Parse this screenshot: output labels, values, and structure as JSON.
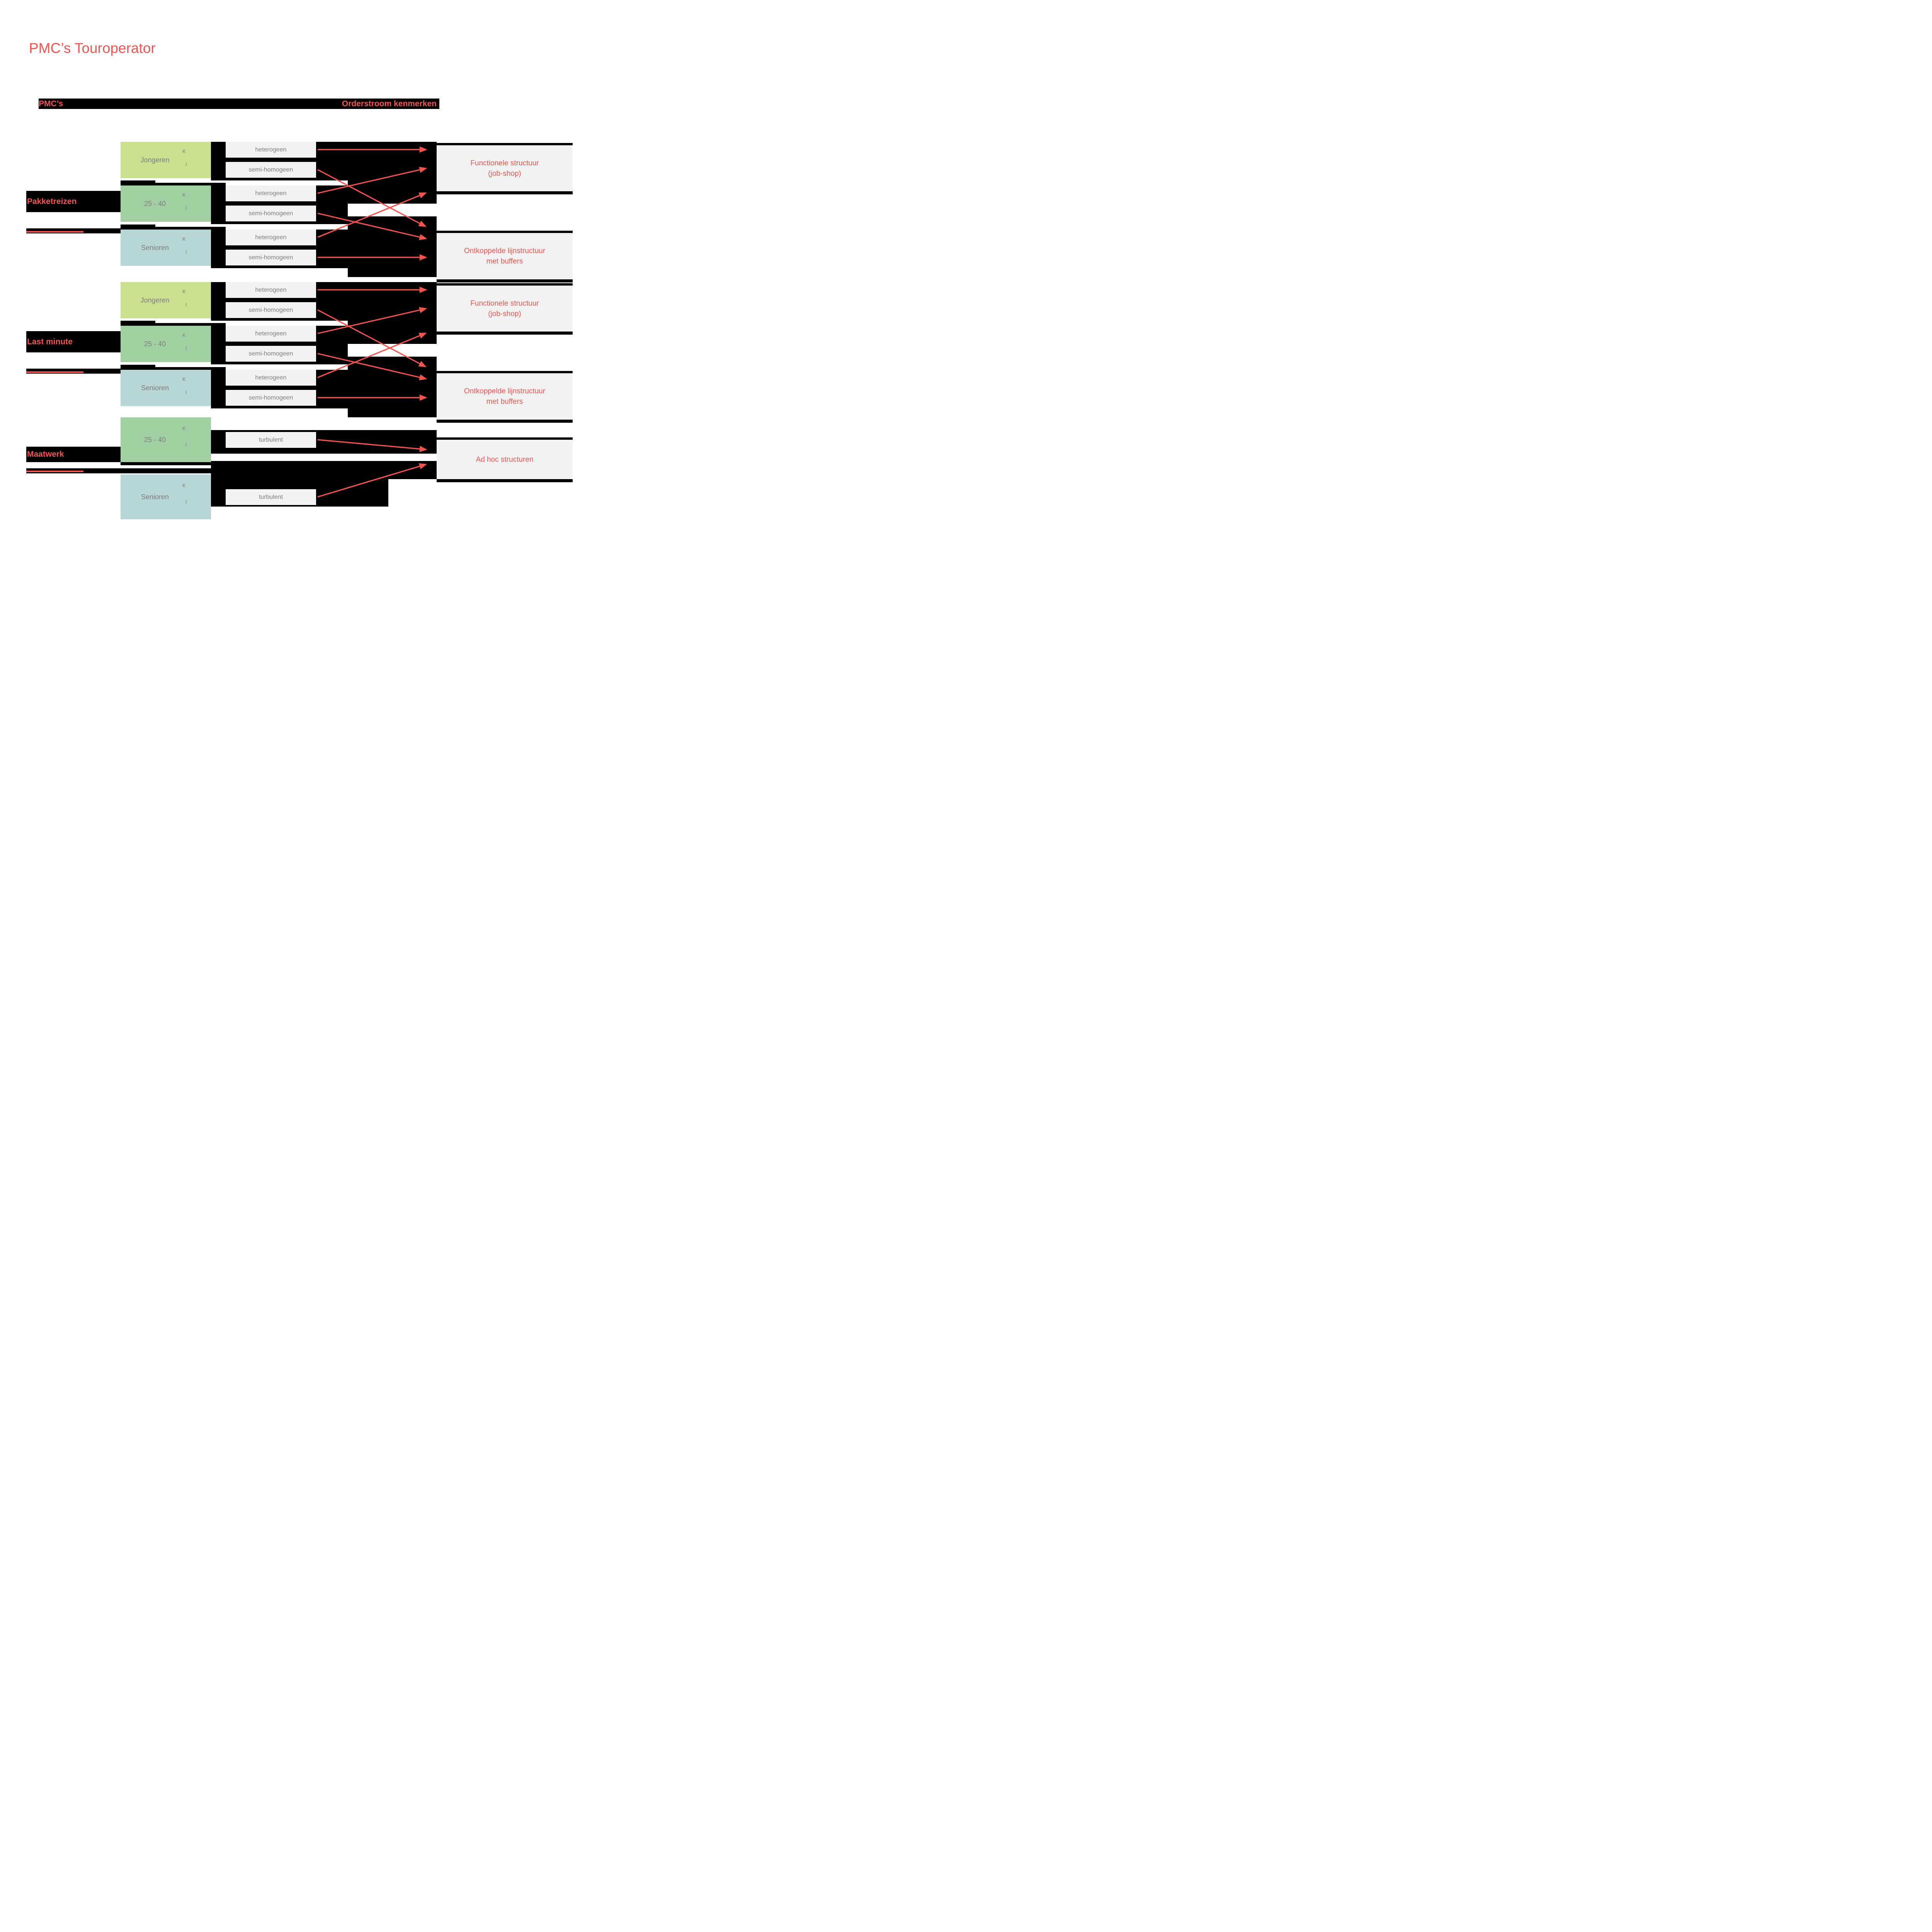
{
  "title": "PMC’s Touroperator",
  "headers": {
    "left": "PMC’s",
    "right": "Orderstroom kenmerken"
  },
  "ki_labels": [
    "K",
    "I"
  ],
  "colors": {
    "accent": "#F4534E",
    "black": "#000000",
    "gray_box": "#F2F2F2",
    "gray_text": "#7E7E7E",
    "jongeren": "#CBE08F",
    "groen": "#A3D0A2",
    "blauw": "#B6D7D6"
  },
  "groups": [
    {
      "id": "pakketreizen",
      "label": "Pakketreizen",
      "segments": [
        {
          "name": "Jongeren",
          "color": "jongeren",
          "rows": [
            "heterogeen",
            "semi-homogeen"
          ]
        },
        {
          "name": "25 - 40",
          "color": "groen",
          "rows": [
            "heterogeen",
            "semi-homogeen"
          ]
        },
        {
          "name": "Senioren",
          "color": "blauw",
          "rows": [
            "heterogeen",
            "semi-homogeen"
          ]
        }
      ],
      "outcomes": [
        {
          "id": "functionele",
          "lines": [
            "Functionele structuur",
            "(job-shop)"
          ]
        },
        {
          "id": "ontkoppelde",
          "lines": [
            "Ontkoppelde lijnstructuur",
            "met buffers"
          ]
        }
      ],
      "connections": [
        {
          "seg": 0,
          "row": 0,
          "target": "functionele",
          "slot": 0
        },
        {
          "seg": 0,
          "row": 1,
          "target": "ontkoppelde",
          "slot": 0
        },
        {
          "seg": 1,
          "row": 0,
          "target": "functionele",
          "slot": 1
        },
        {
          "seg": 1,
          "row": 1,
          "target": "ontkoppelde",
          "slot": 1
        },
        {
          "seg": 2,
          "row": 0,
          "target": "functionele",
          "slot": 2
        },
        {
          "seg": 2,
          "row": 1,
          "target": "ontkoppelde",
          "slot": 2
        }
      ]
    },
    {
      "id": "lastminute",
      "label": "Last minute",
      "segments": [
        {
          "name": "Jongeren",
          "color": "jongeren",
          "rows": [
            "heterogeen",
            "semi-homogeen"
          ]
        },
        {
          "name": "25 - 40",
          "color": "groen",
          "rows": [
            "heterogeen",
            "semi-homogeen"
          ]
        },
        {
          "name": "Senioren",
          "color": "blauw",
          "rows": [
            "heterogeen",
            "semi-homogeen"
          ]
        }
      ],
      "outcomes": [
        {
          "id": "functionele",
          "lines": [
            "Functionele structuur",
            "(job-shop)"
          ]
        },
        {
          "id": "ontkoppelde",
          "lines": [
            "Ontkoppelde lijnstructuur",
            "met buffers"
          ]
        }
      ],
      "connections": [
        {
          "seg": 0,
          "row": 0,
          "target": "functionele",
          "slot": 0
        },
        {
          "seg": 0,
          "row": 1,
          "target": "ontkoppelde",
          "slot": 0
        },
        {
          "seg": 1,
          "row": 0,
          "target": "functionele",
          "slot": 1
        },
        {
          "seg": 1,
          "row": 1,
          "target": "ontkoppelde",
          "slot": 1
        },
        {
          "seg": 2,
          "row": 0,
          "target": "functionele",
          "slot": 2
        },
        {
          "seg": 2,
          "row": 1,
          "target": "ontkoppelde",
          "slot": 2
        }
      ]
    },
    {
      "id": "maatwerk",
      "label": "Maatwerk",
      "segments": [
        {
          "name": "25 - 40",
          "color": "groen",
          "rows": [
            "turbulent"
          ]
        },
        {
          "name": "Senioren",
          "color": "blauw",
          "rows": [
            "turbulent"
          ]
        }
      ],
      "outcomes": [
        {
          "id": "adhoc",
          "lines": [
            "Ad hoc structuren"
          ]
        }
      ],
      "connections": [
        {
          "seg": 0,
          "row": 0,
          "target": "adhoc",
          "slot": 0
        },
        {
          "seg": 1,
          "row": 0,
          "target": "adhoc",
          "slot": 1
        }
      ]
    }
  ]
}
